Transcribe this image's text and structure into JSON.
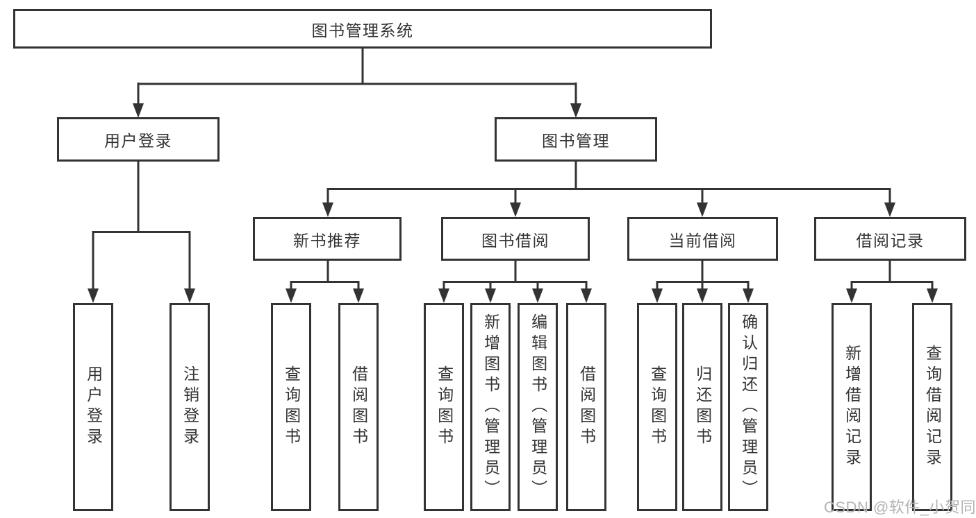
{
  "tree": {
    "label": "图书管理系统",
    "children": [
      {
        "label": "用户登录",
        "children": [
          {
            "label": "用户登录"
          },
          {
            "label": "注销登录"
          }
        ]
      },
      {
        "label": "图书管理",
        "children": [
          {
            "label": "新书推荐",
            "children": [
              {
                "label": "查询图书"
              },
              {
                "label": "借阅图书"
              }
            ]
          },
          {
            "label": "图书借阅",
            "children": [
              {
                "label": "查询图书"
              },
              {
                "label": "新增图书（管理员）"
              },
              {
                "label": "编辑图书（管理员）"
              },
              {
                "label": "借阅图书"
              }
            ]
          },
          {
            "label": "当前借阅",
            "children": [
              {
                "label": "查询图书"
              },
              {
                "label": "归还图书"
              },
              {
                "label": "确认归还（管理员）"
              }
            ]
          },
          {
            "label": "借阅记录",
            "children": [
              {
                "label": "新增借阅记录"
              },
              {
                "label": "查询借阅记录"
              }
            ]
          }
        ]
      }
    ]
  },
  "watermark": {
    "text": "CSDN @软件_小贺同学"
  },
  "colors": {
    "line": "#333333",
    "text": "#333333",
    "watermark": "#b4b4b4",
    "background": "#ffffff"
  }
}
